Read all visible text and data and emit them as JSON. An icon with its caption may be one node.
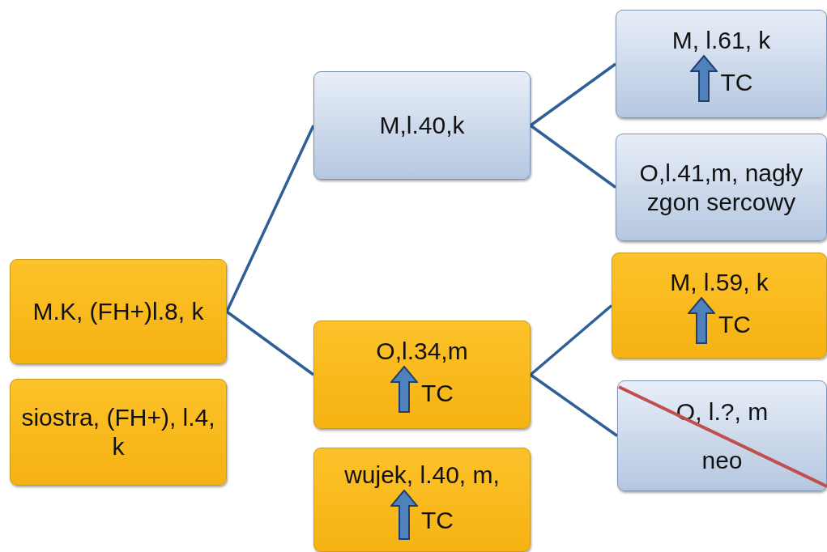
{
  "diagram": {
    "nodes": [
      {
        "text": [
          "M.K, (FH+)l.8, k"
        ]
      },
      {
        "text": [
          "siostra, (FH+), l.4, k"
        ]
      },
      {
        "text": [
          "M,l.40,k"
        ]
      },
      {
        "text": [
          "O,l.34,m",
          "TC"
        ]
      },
      {
        "text": [
          "wujek, l.40, m,",
          "TC"
        ]
      },
      {
        "text": [
          "M, l.61, k",
          "TC"
        ]
      },
      {
        "text": [
          "O,l.41,m, nagły zgon sercowy"
        ]
      },
      {
        "text": [
          "M, l.59, k",
          "TC"
        ]
      },
      {
        "text": [
          "O, l.?, m",
          "neo"
        ]
      }
    ],
    "edges": [
      {
        "from": 0,
        "to": 2,
        "arrow": "none"
      },
      {
        "from": 0,
        "to": 3,
        "arrow": "none"
      },
      {
        "from": 2,
        "to": 5,
        "arrow": "none"
      },
      {
        "from": 2,
        "to": 6,
        "arrow": "none"
      },
      {
        "from": 3,
        "to": 7,
        "arrow": "none"
      },
      {
        "from": 3,
        "to": 8,
        "arrow": "none"
      }
    ]
  }
}
